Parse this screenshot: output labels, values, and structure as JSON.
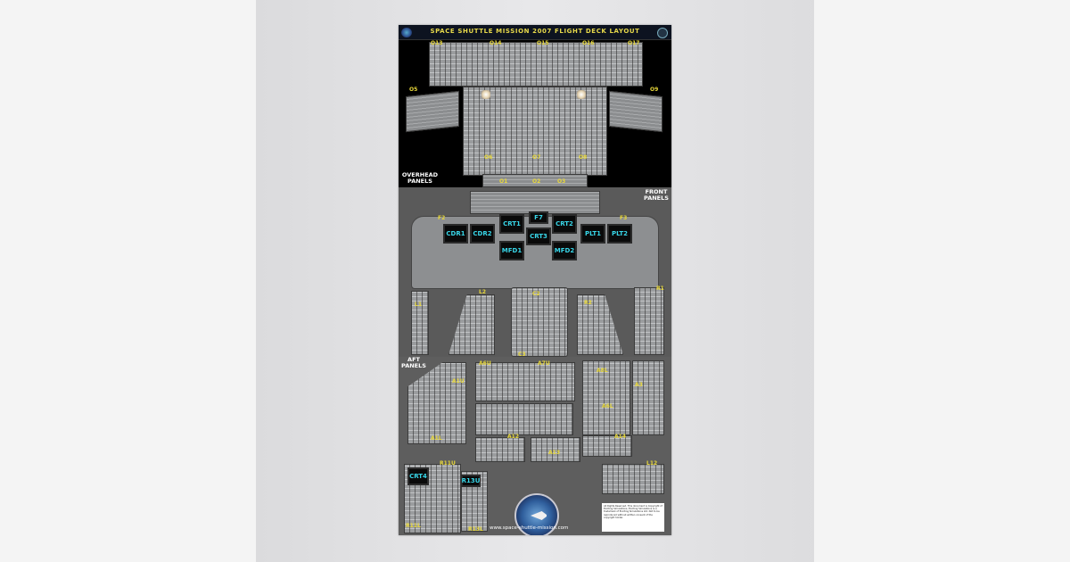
{
  "poster": {
    "title": "SPACE SHUTTLE MISSION 2007 FLIGHT DECK LAYOUT",
    "url": "www.space-shuttle-mission.com",
    "legal": "All Rights Reserved. This document is Copyright of Exciting Simulations. Exciting Simulations is a trademark of Exciting Simulations Ltd. Not to be reproduced without written consent of the copyright holder."
  },
  "sections": {
    "overhead": "OVERHEAD PANELS",
    "front": "FRONT PANELS",
    "aft": "AFT PANELS"
  },
  "overhead_labels": [
    "O13",
    "O14",
    "O15",
    "O16",
    "O17",
    "O5",
    "O9",
    "O6",
    "O7",
    "O8",
    "O1",
    "O2",
    "O3"
  ],
  "front_labels": [
    "F7",
    "F2",
    "F3",
    "L1",
    "L2",
    "C2",
    "C3",
    "R1",
    "R2",
    "C1"
  ],
  "aft_labels": [
    "A1U",
    "A6U",
    "A7U",
    "A8L",
    "A1L",
    "A6L",
    "A1R",
    "A14",
    "A12",
    "A13",
    "A11",
    "A3"
  ],
  "crew_labels": [
    "R11U",
    "R13U",
    "R13L",
    "R11L",
    "L12"
  ],
  "screens": [
    "CDR1",
    "CDR2",
    "CRT1",
    "F7",
    "CRT2",
    "PLT1",
    "PLT2",
    "CRT3",
    "MFD1",
    "MFD2",
    "CRT4",
    "R13U"
  ],
  "colors": {
    "label": "#e8d83a",
    "screen_text": "#38d6e8",
    "title_bar": "#0d1320"
  }
}
